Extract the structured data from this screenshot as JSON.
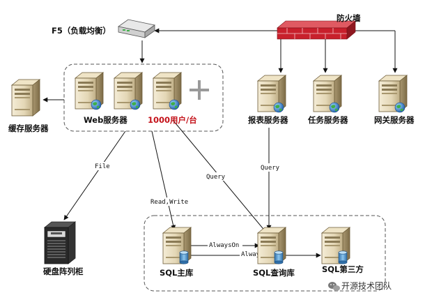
{
  "title": "",
  "nodes": {
    "f5": {
      "label": "F5（负载均衡）"
    },
    "firewall": {
      "label": "防火墙"
    },
    "web": {
      "label": "Web服务器",
      "capacity": "1000用户/台",
      "plus": "+"
    },
    "cache": {
      "label": "缓存服务器"
    },
    "report": {
      "label": "报表服务器"
    },
    "task": {
      "label": "任务服务器"
    },
    "gateway": {
      "label": "网关服务器"
    },
    "disk": {
      "label": "硬盘阵列柜"
    },
    "sql_main": {
      "label": "SQL主库"
    },
    "sql_query": {
      "label": "SQL查询库"
    },
    "sql_third": {
      "label": "SQL第三方"
    }
  },
  "edges": {
    "file": "File",
    "query_web": "Query",
    "read_write": "Read,Write",
    "query_report": "Query",
    "alwayson_1": "AlwaysOn",
    "alwayson_2": "AlwaysOn"
  },
  "watermark": {
    "text": "开源技术团队"
  },
  "colors": {
    "firewall": "#c8202c",
    "server_body": "#e4d7b6",
    "server_dark": "#6b5a36",
    "globe": "#2f7fc6",
    "globe_land": "#3fae49",
    "db_cyl": "#5aa7de",
    "edge": "#111111",
    "group_border": "#555555",
    "plus": "#9a9a9a",
    "capacity": "#c4121a"
  }
}
